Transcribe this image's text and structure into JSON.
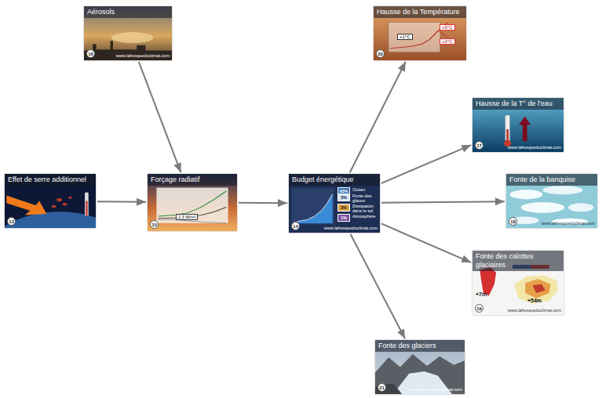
{
  "diagram": {
    "nodes": [
      {
        "text": [
          "Aérosols",
          "16",
          "www.lafresqueduclimat.com"
        ]
      },
      {
        "text": [
          "Hausse de la Température",
          "20",
          "+1°C",
          "+5°C",
          "+2°C"
        ]
      },
      {
        "text": [
          "Hausse de la T° de l'eau",
          "17",
          "www.lafresqueduclimat.com"
        ]
      },
      {
        "text": [
          "Effet de serre additionnel",
          "13"
        ]
      },
      {
        "text": [
          "Forçage radiatif",
          "15",
          "2,3 W/m²"
        ]
      },
      {
        "text": [
          "Budget énergétique",
          "14",
          "93%",
          "Océan",
          "3%",
          "Fonte des glaces",
          "3%",
          "Dissipation dans le sol",
          "1%",
          "Atmosphère",
          "www.lafresqueduclimat.com"
        ]
      },
      {
        "text": [
          "Fonte de la banquise",
          "18",
          "www.lafresqueduclimat.com"
        ]
      },
      {
        "text": [
          "Fonte des calottes glaciaires",
          "19",
          "+7m",
          "+54m",
          "www.lafresqueduclimat.com"
        ]
      },
      {
        "text": [
          "Fonte des glaciers",
          "21",
          "www.lafresqueduclimat.com"
        ]
      }
    ],
    "edges": [
      {
        "from": 0,
        "to": 4,
        "arrow": "to"
      },
      {
        "from": 3,
        "to": 4,
        "arrow": "to"
      },
      {
        "from": 4,
        "to": 5,
        "arrow": "to"
      },
      {
        "from": 5,
        "to": 1,
        "arrow": "to"
      },
      {
        "from": 5,
        "to": 2,
        "arrow": "to"
      },
      {
        "from": 5,
        "to": 6,
        "arrow": "to"
      },
      {
        "from": 5,
        "to": 7,
        "arrow": "to"
      },
      {
        "from": 5,
        "to": 8,
        "arrow": "to"
      }
    ]
  }
}
